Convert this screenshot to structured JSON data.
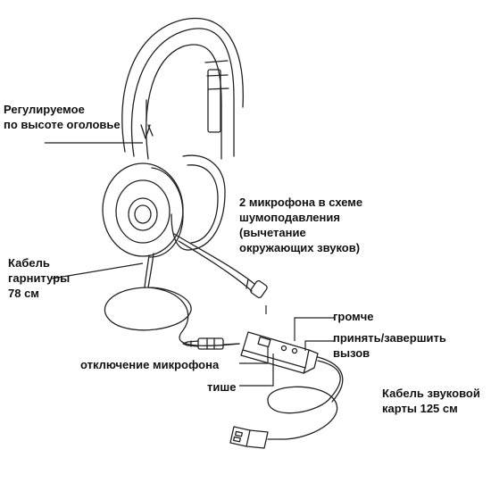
{
  "labels": {
    "headband": "Регулируемое\nпо высоте оголовье",
    "mics": "2 микрофона в схеме\nшумоподавления\n(вычетание\nокружающих звуков)",
    "headset_cable": "Кабель\nгарнитуры\n78 см",
    "volume_up": "громче",
    "answer_end": "принять/завершить\nвызов",
    "mute": "отключение микрофона",
    "volume_down": "тише",
    "usb_cable": "Кабель звуковой\nкарты 125 см"
  },
  "colors": {
    "line": "#222222",
    "text": "#111111"
  },
  "icons": [
    "headset-icon",
    "brand-logo-icon",
    "microphone-icon",
    "control-box-icon",
    "jack-plug-icon",
    "usb-plug-icon"
  ]
}
